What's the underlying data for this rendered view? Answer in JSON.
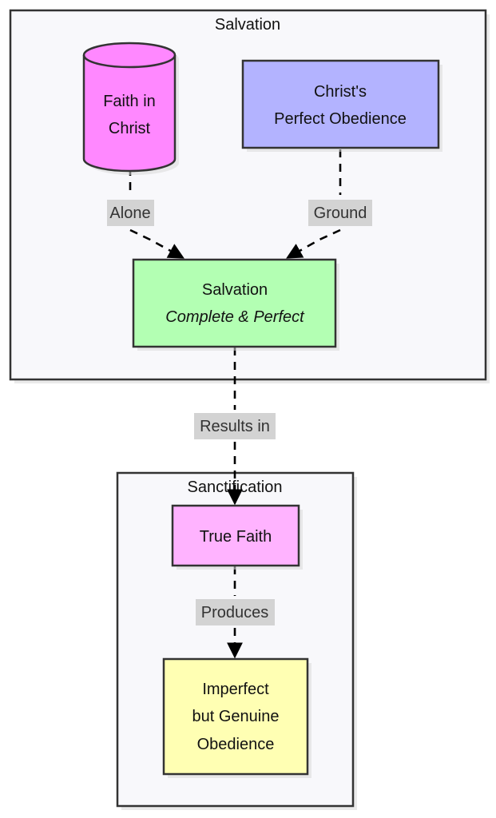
{
  "clusters": {
    "salvation": {
      "label": "Salvation"
    },
    "sanctification": {
      "label": "Sanctification"
    }
  },
  "nodes": {
    "faith_in_christ": {
      "line1": "Faith in",
      "line2": "Christ",
      "fill": "#ff88ff"
    },
    "christs_obedience": {
      "line1": "Christ's",
      "line2": "Perfect Obedience",
      "fill": "#b3b3ff"
    },
    "salvation": {
      "line1": "Salvation",
      "line2": "Complete & Perfect",
      "fill": "#b3ffb3"
    },
    "true_faith": {
      "line1": "True Faith",
      "fill": "#ffb3ff"
    },
    "imperfect_obedience": {
      "line1": "Imperfect",
      "line2": "but Genuine",
      "line3": "Obedience",
      "fill": "#ffffb3"
    }
  },
  "edges": {
    "alone": {
      "label": "Alone",
      "from": "faith_in_christ",
      "to": "salvation"
    },
    "ground": {
      "label": "Ground",
      "from": "christs_obedience",
      "to": "salvation"
    },
    "results_in": {
      "label": "Results in",
      "from": "salvation",
      "to": "true_faith"
    },
    "produces": {
      "label": "Produces",
      "from": "true_faith",
      "to": "imperfect_obedience"
    }
  }
}
